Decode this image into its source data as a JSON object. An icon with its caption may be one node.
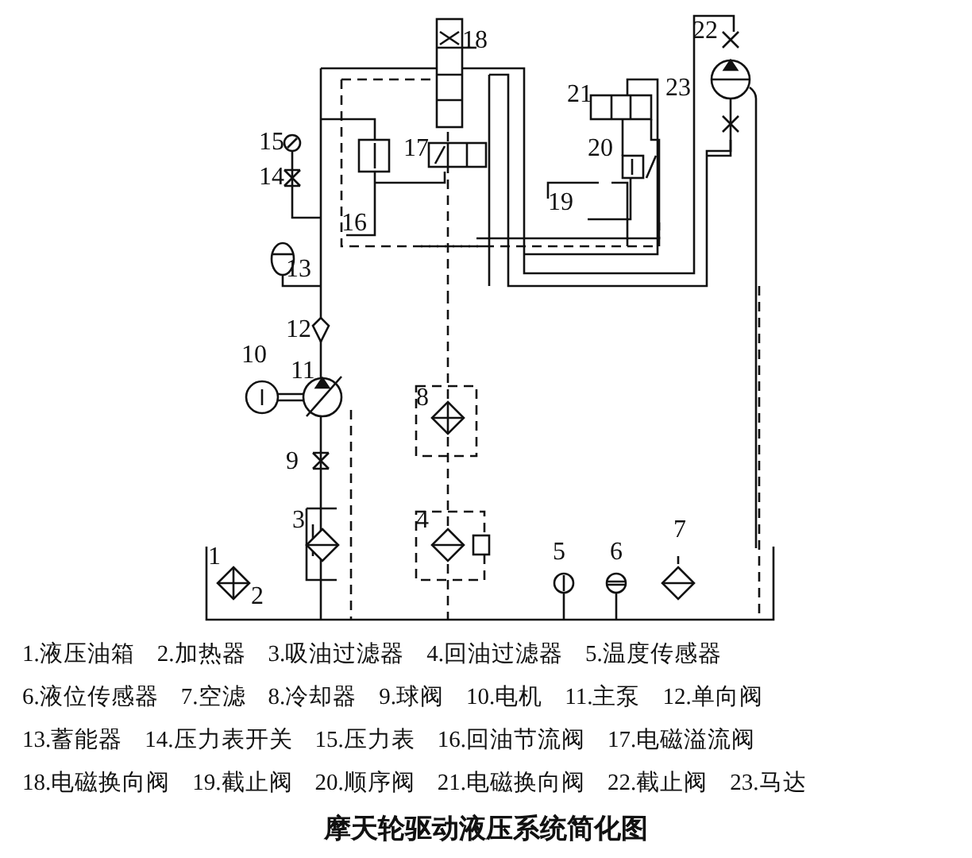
{
  "diagram": {
    "caption": "摩天轮驱动液压系统简化图",
    "labels": [
      "18",
      "22",
      "21",
      "23",
      "15",
      "17",
      "20",
      "14",
      "19",
      "16",
      "13",
      "12",
      "10",
      "11",
      "8",
      "9",
      "3",
      "4",
      "7",
      "1",
      "5",
      "6",
      "2",
      "1.液压油箱",
      "2.加热器",
      "3.吸油过滤器",
      "4.回油过滤器",
      "5.温度传感器",
      "6.液位传感器",
      "7.空滤",
      "8.冷却器",
      "9.球阀",
      "10.电机",
      "11.主泵",
      "12.单向阀",
      "13.蓄能器",
      "14.压力表开关",
      "15.压力表",
      "16.回油节流阀",
      "17.电磁溢流阀",
      "18.电磁换向阀",
      "19.截止阀",
      "20.顺序阀",
      "21.电磁换向阀",
      "22.截止阀",
      "23.马达"
    ]
  }
}
